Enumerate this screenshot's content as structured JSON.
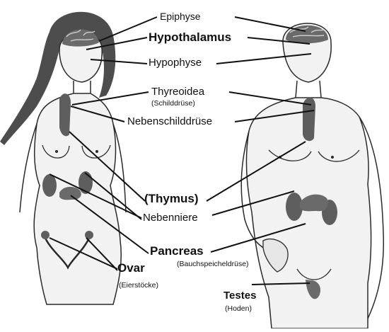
{
  "labels": {
    "epiphyse": "Epiphyse",
    "hypothalamus": "Hypothalamus",
    "hypophyse": "Hypophyse",
    "thyreoidea": "Thyreoidea",
    "schilddruese": "(Schilddrüse)",
    "nebenschilddruese": "Nebenschilddrüse",
    "thymus": "(Thymus)",
    "nebenniere": "Nebenniere",
    "pancreas": "Pancreas",
    "bauchspeicheldruese": "(Bauchspeicheldrüse)",
    "ovar": "Ovar",
    "eierstoecke": "(Eierstöcke)",
    "testes": "Testes",
    "hoden": "(Hoden)"
  },
  "colors": {
    "ink": "#111111",
    "figure_fill": "#f2f2f2",
    "figure_stroke": "#2a2a2a",
    "organ": "#6a6a6a",
    "hair": "#3a3a3a"
  },
  "figures": [
    "female-figure",
    "male-figure"
  ]
}
